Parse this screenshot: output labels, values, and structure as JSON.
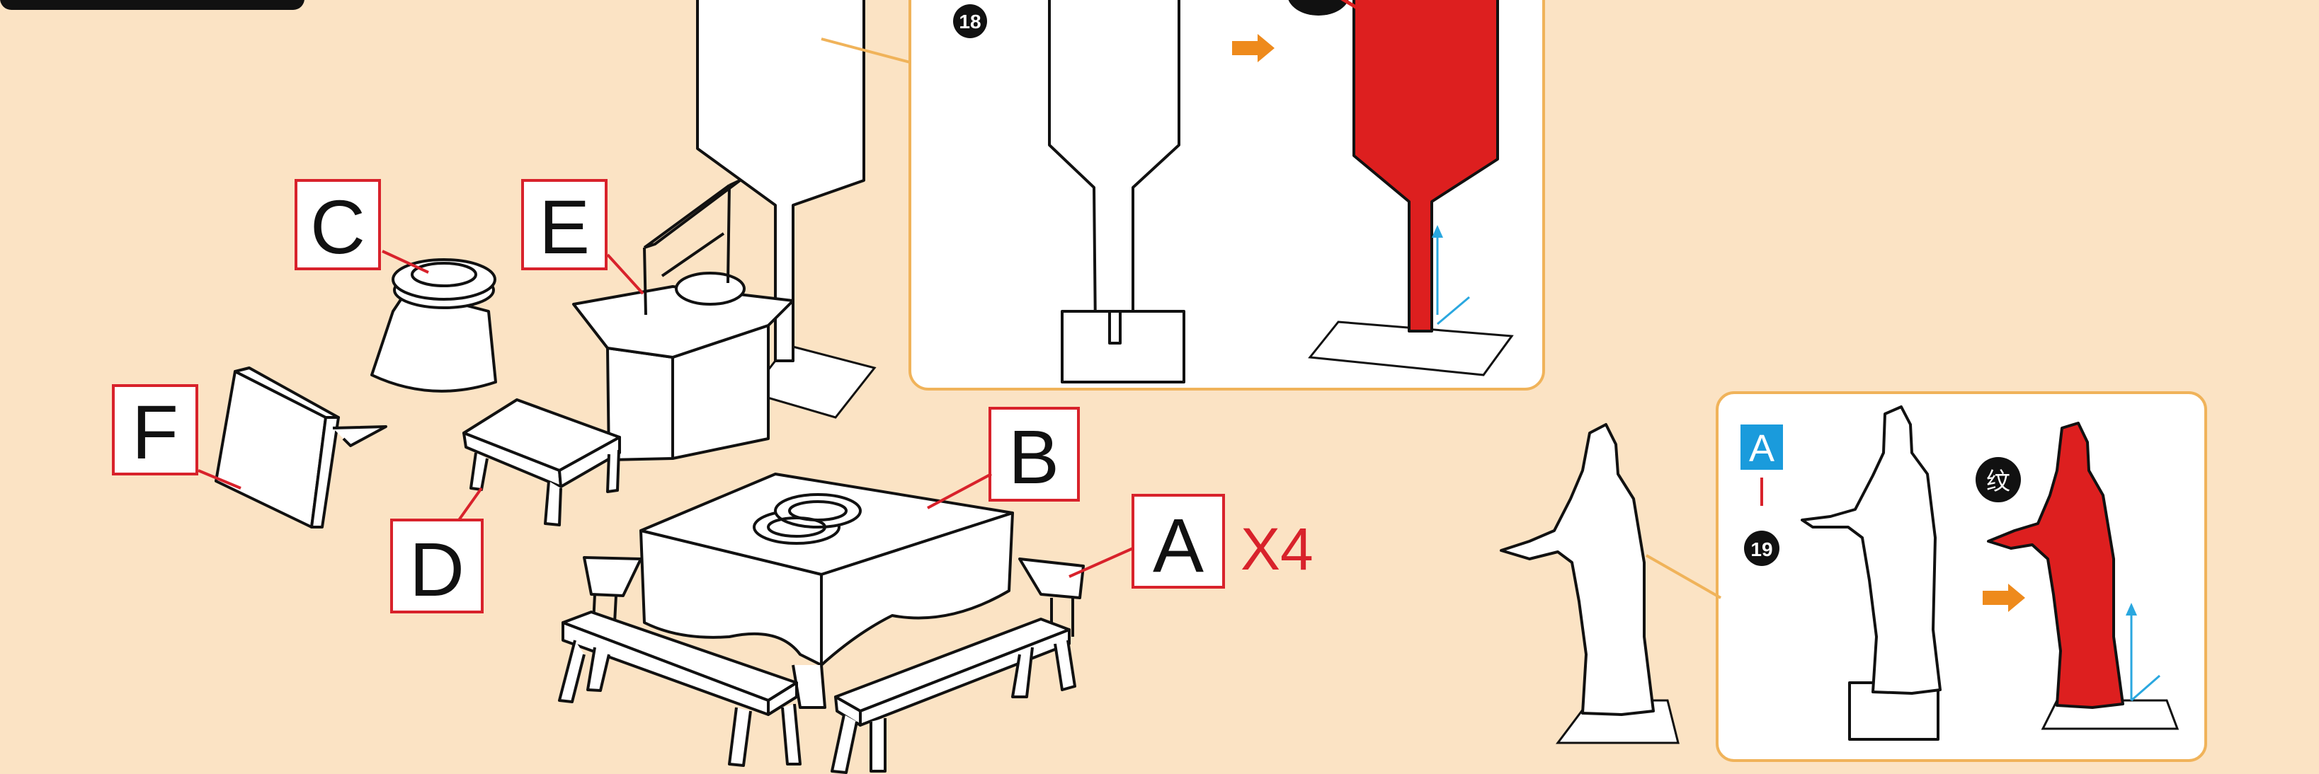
{
  "colors": {
    "background": "#fbe3c4",
    "panel_border": "#f0b35a",
    "red_fill": "#dd1f1f",
    "arrow_orange": "#ee8a1c",
    "blue_line": "#2aa7df",
    "label_border": "#d8222b",
    "badge_blue": "#1a9bdc"
  },
  "scene": {
    "parts": {
      "a": "A",
      "b": "B",
      "c": "C",
      "d": "D",
      "e": "E",
      "f": "F"
    },
    "multiplier": "X4"
  },
  "step_18": {
    "number": "18"
  },
  "step_19": {
    "badge": "A",
    "number": "19",
    "tag": "纹"
  }
}
